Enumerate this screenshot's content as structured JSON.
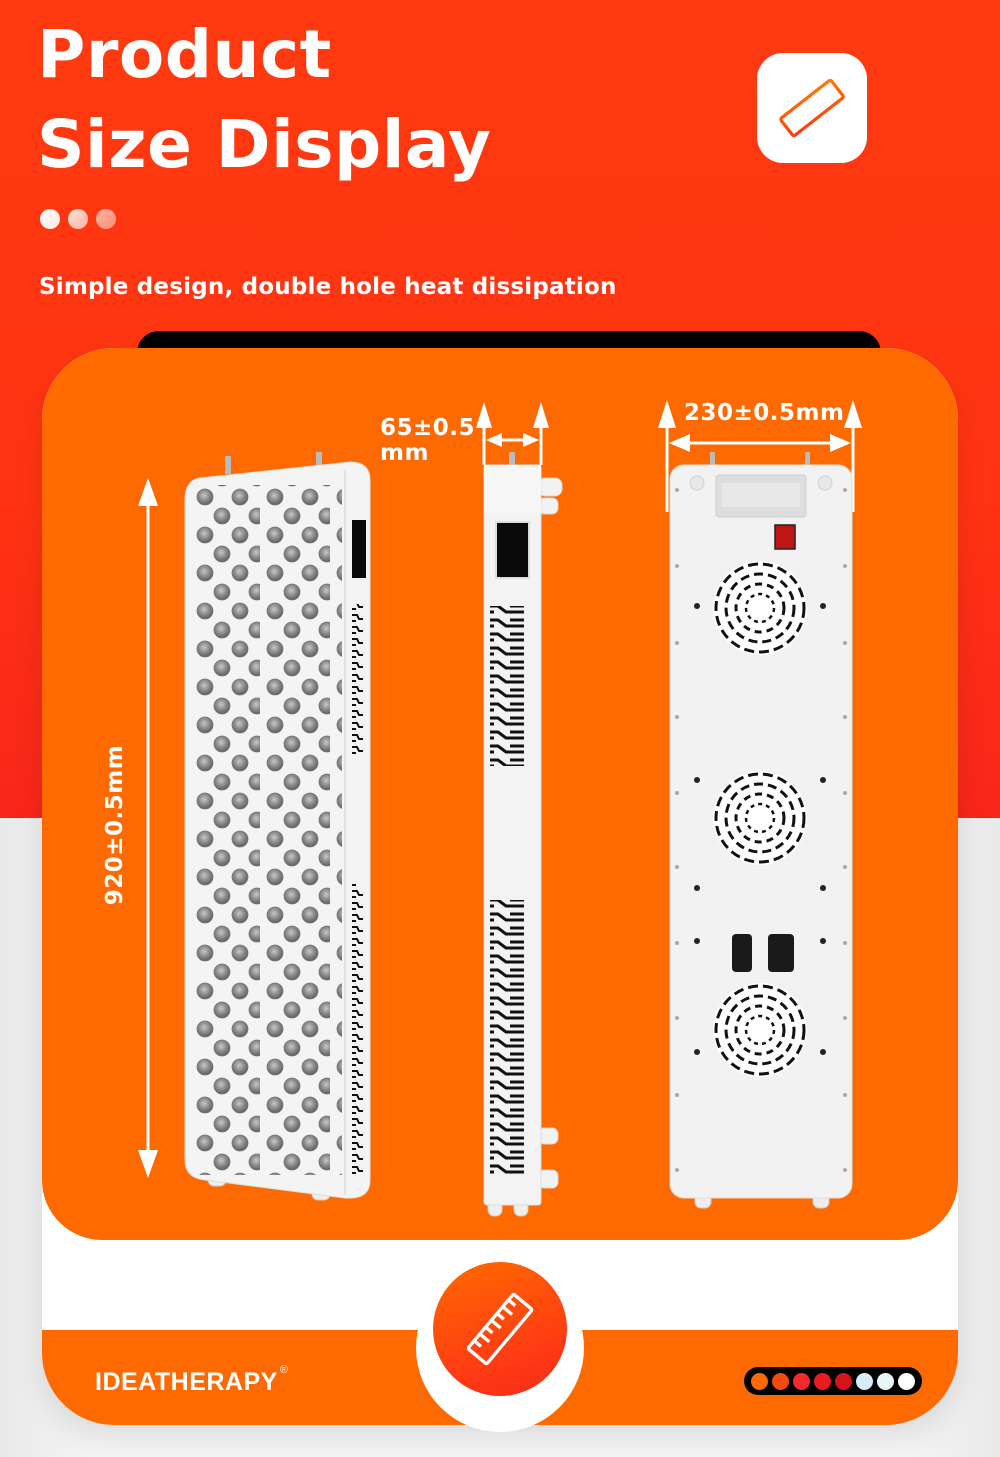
{
  "header": {
    "title_line1": "Product",
    "title_line2": "Size Display",
    "subtitle": "Simple design, double hole heat dissipation",
    "icon": "ruler-icon",
    "dots": [
      "#FFFFFF",
      "#FFC4B8",
      "#FF9A86"
    ]
  },
  "dimensions": {
    "height_label": "920±0.5mm",
    "depth_label_line1": "65±0.5",
    "depth_label_line2": "mm",
    "width_label": "230±0.5mm"
  },
  "views": [
    {
      "name": "front-view",
      "description": "LED panel front with LED array and display"
    },
    {
      "name": "side-view",
      "description": "Side profile with display and vent slots"
    },
    {
      "name": "back-view",
      "description": "Rear with handle, power switch, three fans and two power sockets"
    }
  ],
  "footer": {
    "brand": "IDEATHERAPY",
    "brand_mark": "®",
    "badge_icon": "ruler-icon",
    "color_dots": [
      "#FF6A00",
      "#F04A0E",
      "#F42A2A",
      "#E81B22",
      "#D4141B",
      "#D6ECF7",
      "#E8F6FA",
      "#FFFFFF"
    ]
  },
  "colors": {
    "hero_bg": "#FF3512",
    "card_orange": "#FF6A00",
    "page_bg": "#F2F2F2"
  }
}
